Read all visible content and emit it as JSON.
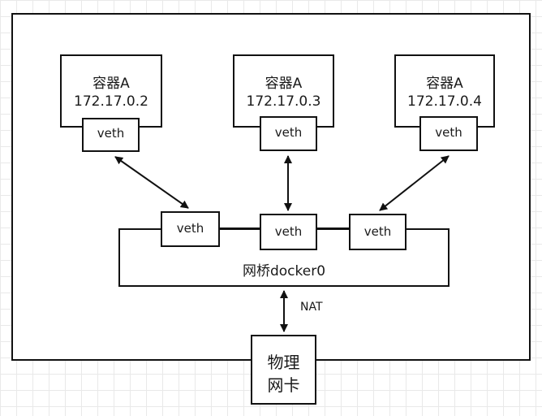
{
  "containers": [
    {
      "name": "容器A",
      "ip": "172.17.0.2",
      "veth": "veth"
    },
    {
      "name": "容器A",
      "ip": "172.17.0.3",
      "veth": "veth"
    },
    {
      "name": "容器A",
      "ip": "172.17.0.4",
      "veth": "veth"
    }
  ],
  "bridge": {
    "label": "网桥docker0",
    "veths": [
      "veth",
      "veth",
      "veth"
    ]
  },
  "nat_label": "NAT",
  "nic": {
    "line1": "物理",
    "line2": "网卡"
  }
}
